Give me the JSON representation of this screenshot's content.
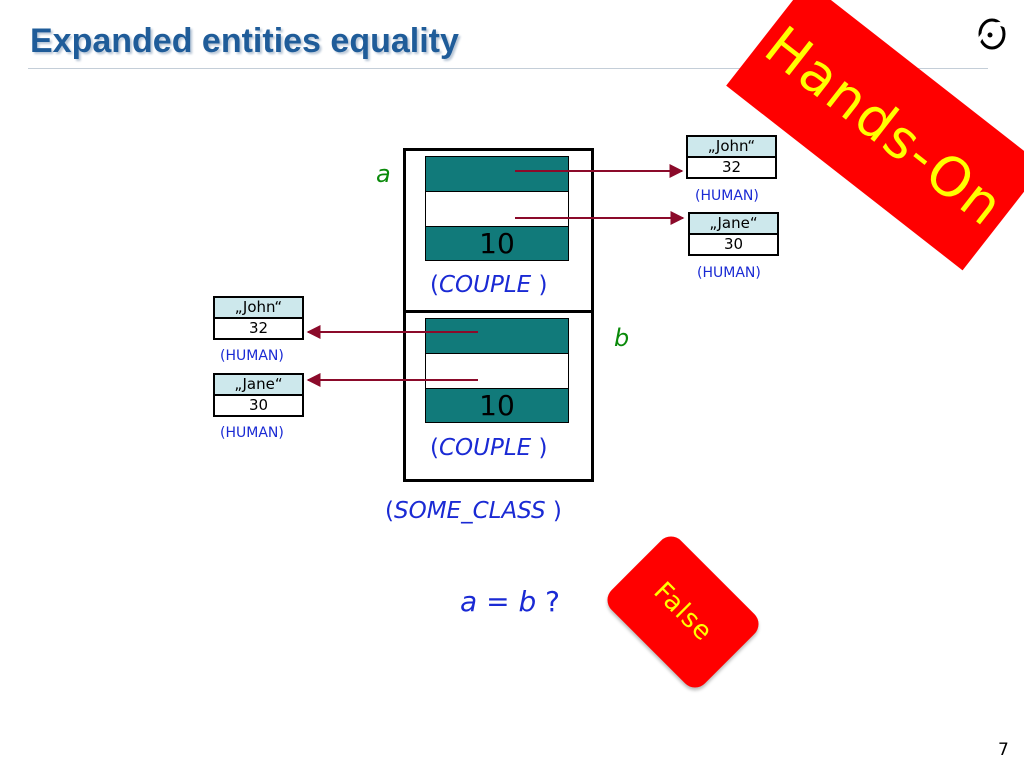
{
  "slide": {
    "title": "Expanded entities equality",
    "page_number": "7"
  },
  "banner": {
    "text": "Hands-On"
  },
  "diagram": {
    "var_a": "a",
    "var_b": "b",
    "couple_a": {
      "value": "10",
      "type_open": "(",
      "type_name": "COUPLE",
      "type_close": " )"
    },
    "couple_b": {
      "value": "10",
      "type_open": "(",
      "type_name": "COUPLE",
      "type_close": " )"
    },
    "some_class": {
      "open": "(",
      "name": "SOME_CLASS",
      "close": " )"
    },
    "humans_right": [
      {
        "name": "„John“",
        "age": "32",
        "caption": "(HUMAN)"
      },
      {
        "name": "„Jane“",
        "age": "30",
        "caption": "(HUMAN)"
      }
    ],
    "humans_left": [
      {
        "name": "„John“",
        "age": "32",
        "caption": "(HUMAN)"
      },
      {
        "name": "„Jane“",
        "age": "30",
        "caption": "(HUMAN)"
      }
    ],
    "arrow_color": "#8b0a2a",
    "bar_color": "#117a7a"
  },
  "question": {
    "lhs": "a",
    "op": " = ",
    "rhs": "b",
    "mark": " ?"
  },
  "answer": {
    "text": "False"
  }
}
